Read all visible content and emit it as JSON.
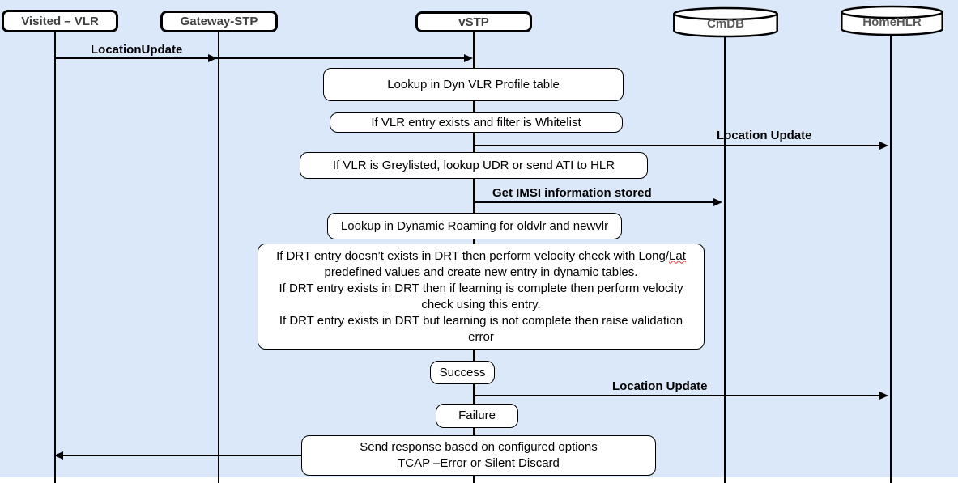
{
  "colors": {
    "background": "#dbe8fa",
    "stroke": "#000000",
    "actor_text": "#3f3f3f",
    "database_text": "#595959",
    "spellcheck_squiggle": "#e03030"
  },
  "actors": {
    "visited_vlr": "Visited – VLR",
    "gateway_stp": "Gateway-STP",
    "vstp": "vSTP",
    "cmdb": "CmDB",
    "homehlr": "HomeHLR"
  },
  "messages": {
    "location_update_1": "LocationUpdate",
    "location_update_hlr": "Location Update",
    "get_imsi": "Get IMSI information stored",
    "location_update_hlr2": "Location Update"
  },
  "steps": {
    "lookup_dyn_vlr": "Lookup in Dyn VLR Profile table",
    "vlr_whitelist": "If VLR entry exists and filter is Whitelist",
    "vlr_greylist": "If VLR is Greylisted, lookup UDR or send ATI to HLR",
    "lookup_dynamic_roaming": "Lookup in Dynamic Roaming for oldvlr and newvlr",
    "velocity_line1a": "If DRT entry doesn’t exists in DRT then perform velocity check with Long/",
    "velocity_line1b": "Lat",
    "velocity_line2": "predefined values and create new entry in dynamic tables.",
    "velocity_line3": "If DRT entry exists in DRT then if learning is complete then perform velocity",
    "velocity_line4": "check using this entry.",
    "velocity_line5": "If DRT entry exists in DRT but learning is not complete then raise validation",
    "velocity_line6": "error",
    "success": "Success",
    "failure": "Failure",
    "send_response_line1": "Send response based on configured options",
    "send_response_line2": "TCAP –Error or Silent Discard"
  }
}
